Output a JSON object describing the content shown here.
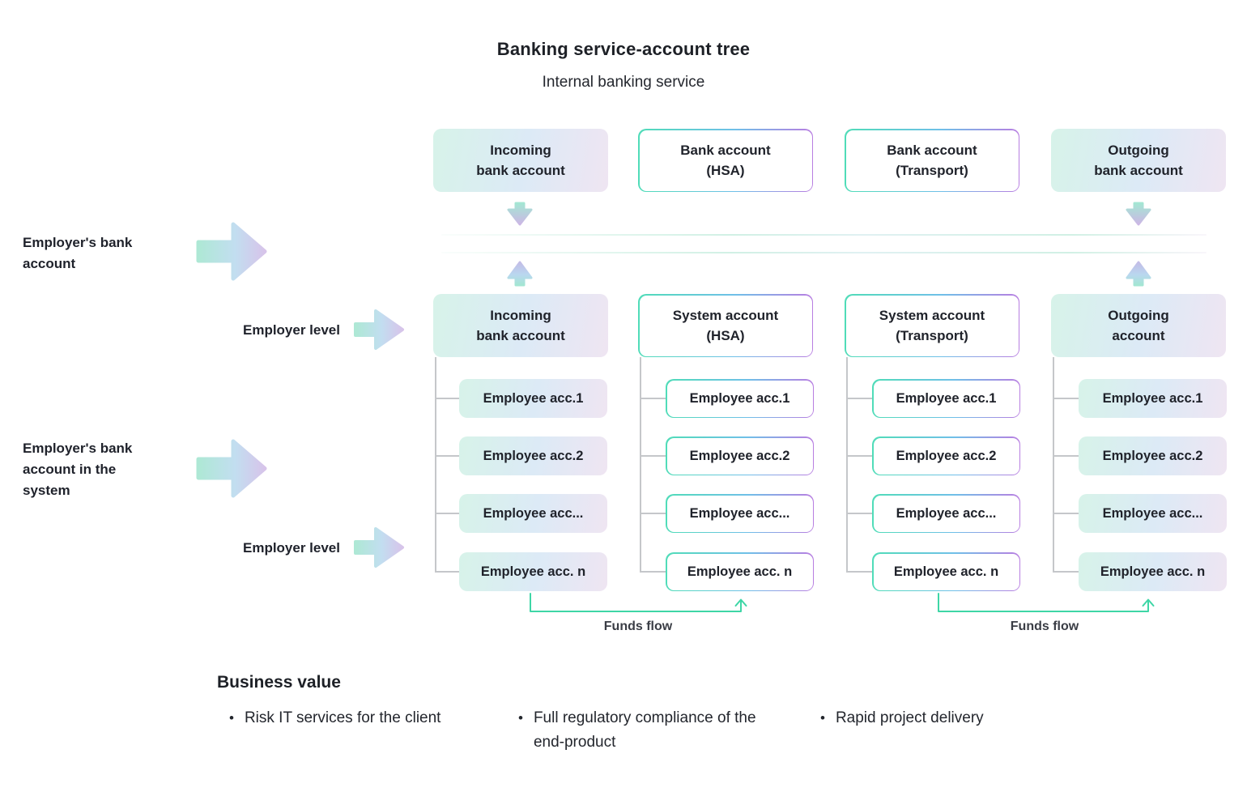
{
  "title": "Banking service-account tree",
  "subtitle": "Internal banking service",
  "left_annotations": {
    "employers_bank_account": "Employer's bank\naccount",
    "employer_level_1": "Employer level",
    "employers_bank_account_in_system": "Employer's bank\naccount in the\nsystem",
    "employer_level_2": "Employer level"
  },
  "columns": [
    {
      "style": "filled",
      "top_label": "Incoming\nbank account",
      "mid_label": "Incoming\nbank account",
      "children": [
        "Employee acc.1",
        "Employee acc.2",
        "Employee acc...",
        "Employee acc. n"
      ]
    },
    {
      "style": "outlined",
      "top_label": "Bank account\n(HSA)",
      "mid_label": "System account\n(HSA)",
      "children": [
        "Employee acc.1",
        "Employee acc.2",
        "Employee acc...",
        "Employee acc. n"
      ]
    },
    {
      "style": "outlined",
      "top_label": "Bank account\n(Transport)",
      "mid_label": "System account\n(Transport)",
      "children": [
        "Employee acc.1",
        "Employee acc.2",
        "Employee acc...",
        "Employee acc. n"
      ]
    },
    {
      "style": "filled",
      "top_label": "Outgoing\nbank account",
      "mid_label": "Outgoing\naccount",
      "children": [
        "Employee acc.1",
        "Employee acc.2",
        "Employee acc...",
        "Employee acc. n"
      ]
    }
  ],
  "funds_flow": {
    "left_label": "Funds flow",
    "right_label": "Funds flow"
  },
  "business_value": {
    "heading": "Business value",
    "bullet_glyph": "•",
    "items": [
      "Risk IT services for the client",
      "Full regulatory compliance of the end-product",
      "Rapid project delivery"
    ]
  },
  "colors": {
    "accent_green": "#3ed6a6",
    "fill_mint": "#d7f3e9",
    "fill_blue": "#dceaf6",
    "fill_lavender": "#efe5f2",
    "outline_teal": "#50dcb8",
    "outline_purple": "#b87ee1",
    "connector_gray": "#c5c7ca",
    "text_dark": "#20232b"
  }
}
